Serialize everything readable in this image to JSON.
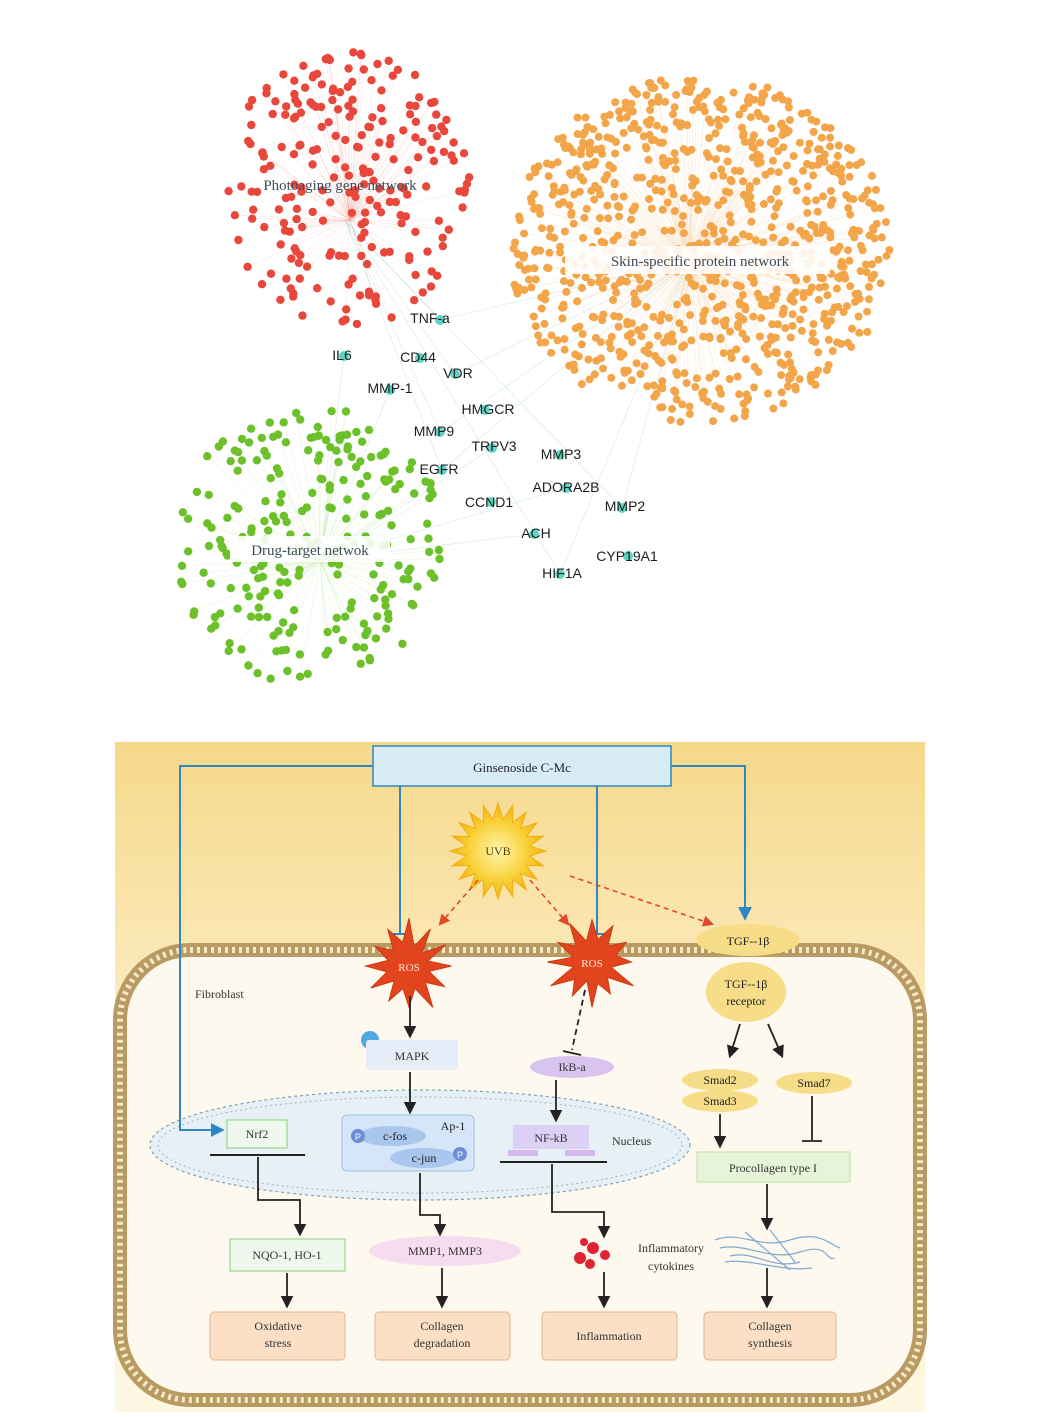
{
  "network": {
    "clusters": [
      {
        "key": "photoaging",
        "label": "Photoaging gene network",
        "color": "#e8473c"
      },
      {
        "key": "skin",
        "label": "Skin-specific protein network",
        "color": "#f3a54a"
      },
      {
        "key": "drug",
        "label": "Drug-target netwok",
        "color": "#6cc12a"
      }
    ],
    "hub_color": "#5fd4c4",
    "hub_genes": [
      "TNF-a",
      "IL6",
      "CD44",
      "VDR",
      "MMP-1",
      "HMGCR",
      "MMP9",
      "TRPV3",
      "MMP3",
      "EGFR",
      "ADORA2B",
      "CCND1",
      "MMP2",
      "ACH",
      "CYP19A1",
      "HIF1A"
    ]
  },
  "pathway": {
    "compound": "Ginsenoside C-Mc",
    "stimulus": "UVB",
    "cell_label": "Fibroblast",
    "nucleus_label": "Nucleus",
    "ros_1": "ROS",
    "ros_2": "ROS",
    "tgf": "TGF--1β",
    "receptor_line1": "TGF--1β",
    "receptor_line2": "receptor",
    "mapk": "MAPK",
    "ikb": "IkB-a",
    "nfkb": "NF-kB",
    "nrf2": "Nrf2",
    "ap1": "Ap-1",
    "cfos": "c-fos",
    "cjun": "c-jun",
    "phospho": "P",
    "smad2": "Smad2",
    "smad3": "Smad3",
    "smad7": "Smad7",
    "procollagen": "Procollagen type I",
    "nqo": "NQO-1, HO-1",
    "mmp": "MMP1, MMP3",
    "cytokines_line1": "Inflammatory",
    "cytokines_line2": "cytokines",
    "outcomes": [
      {
        "line1": "Oxidative",
        "line2": "stress"
      },
      {
        "line1": "Collagen",
        "line2": "degradation"
      },
      {
        "line1": "Inflammation",
        "line2": ""
      },
      {
        "line1": "Collagen",
        "line2": "synthesis"
      }
    ],
    "colors": {
      "bg_top": "#f6d88a",
      "bg_bottom": "#fdf7e3",
      "membrane": "#b89a62",
      "inhibit": "#2f86c4",
      "ros": "#e2451d",
      "sun": "#f7c318",
      "arrow": "#222222",
      "dashed": "#e04a2a"
    }
  }
}
